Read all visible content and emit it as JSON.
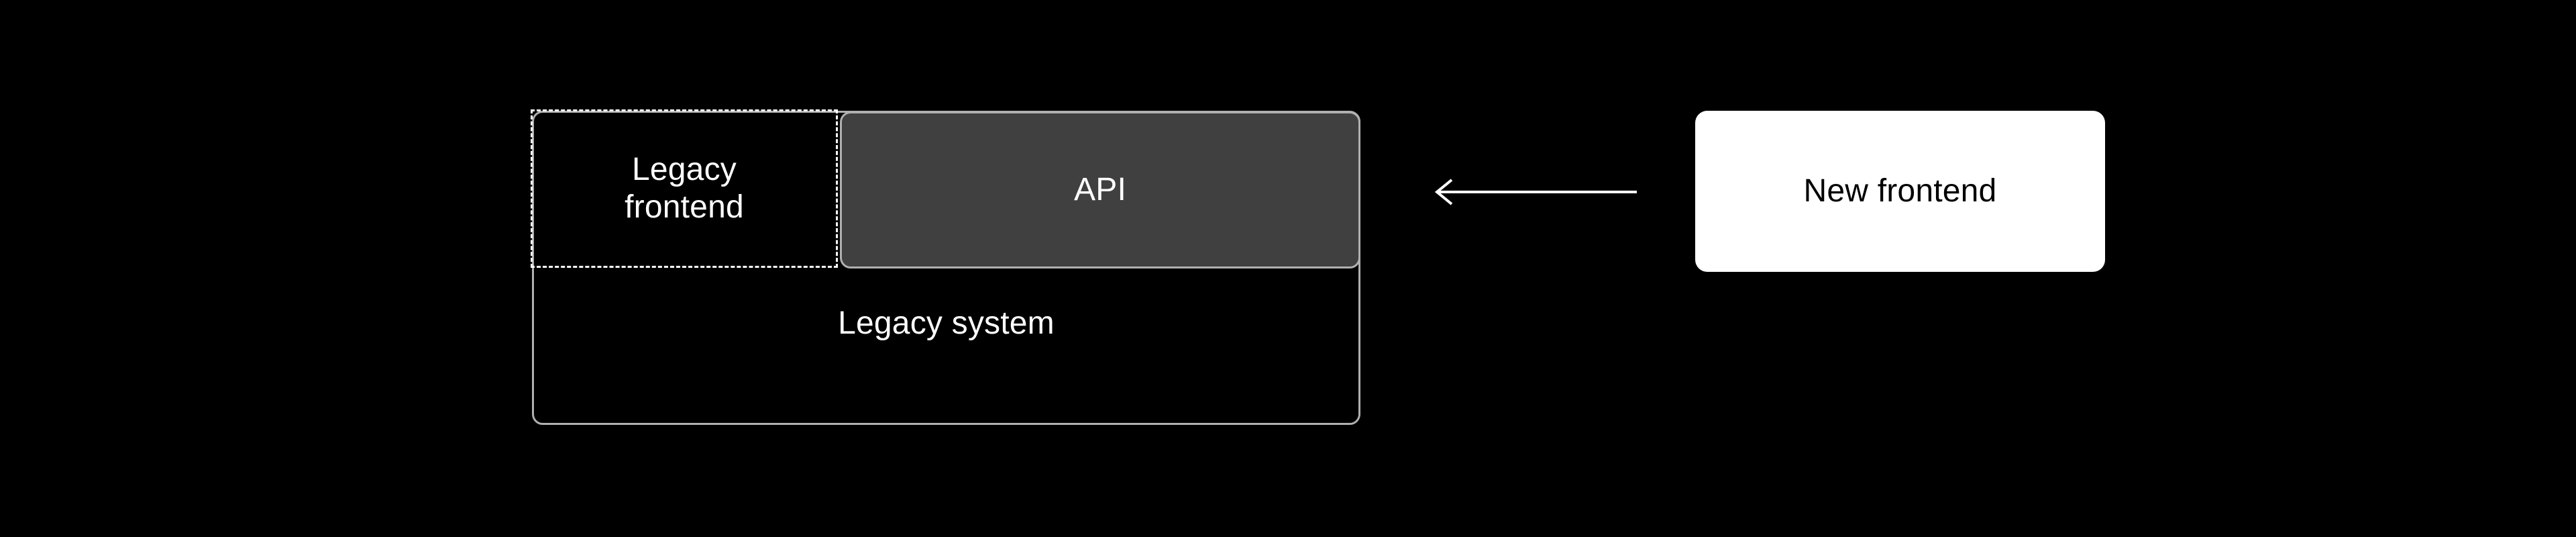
{
  "diagram": {
    "background_color": "#000000",
    "nodes": {
      "legacy_system": {
        "label": "Legacy system",
        "fill_color": "#000000",
        "border_color": "#b0b0b0",
        "border_style": "solid",
        "text_color": "#ffffff"
      },
      "legacy_frontend": {
        "label": "Legacy\nfrontend",
        "label_line1": "Legacy",
        "label_line2": "frontend",
        "fill_color": "#000000",
        "border_color": "#ffffff",
        "border_style": "dashed",
        "text_color": "#ffffff"
      },
      "api": {
        "label": "API",
        "fill_color": "#404040",
        "border_color": "#b0b0b0",
        "border_style": "solid",
        "text_color": "#ffffff"
      },
      "new_frontend": {
        "label": "New frontend",
        "fill_color": "#ffffff",
        "border_color": "#ffffff",
        "border_style": "none",
        "text_color": "#000000"
      }
    },
    "edges": [
      {
        "name": "new-frontend-to-api",
        "from": "new_frontend",
        "to": "api",
        "label": "",
        "direction": "left",
        "color": "#ffffff",
        "arrowhead": "open"
      }
    ]
  }
}
